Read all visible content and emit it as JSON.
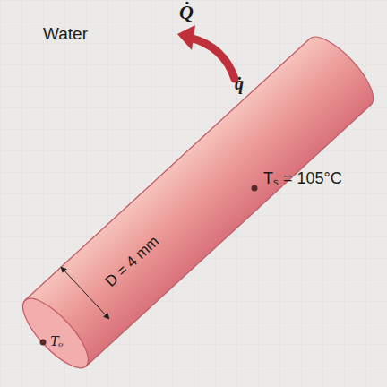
{
  "diagram": {
    "labels": [
      "Water",
      "Q̇",
      "q̇",
      "Tₛ = 105°C",
      "D = 4 mm",
      "Tₒ"
    ]
  }
}
